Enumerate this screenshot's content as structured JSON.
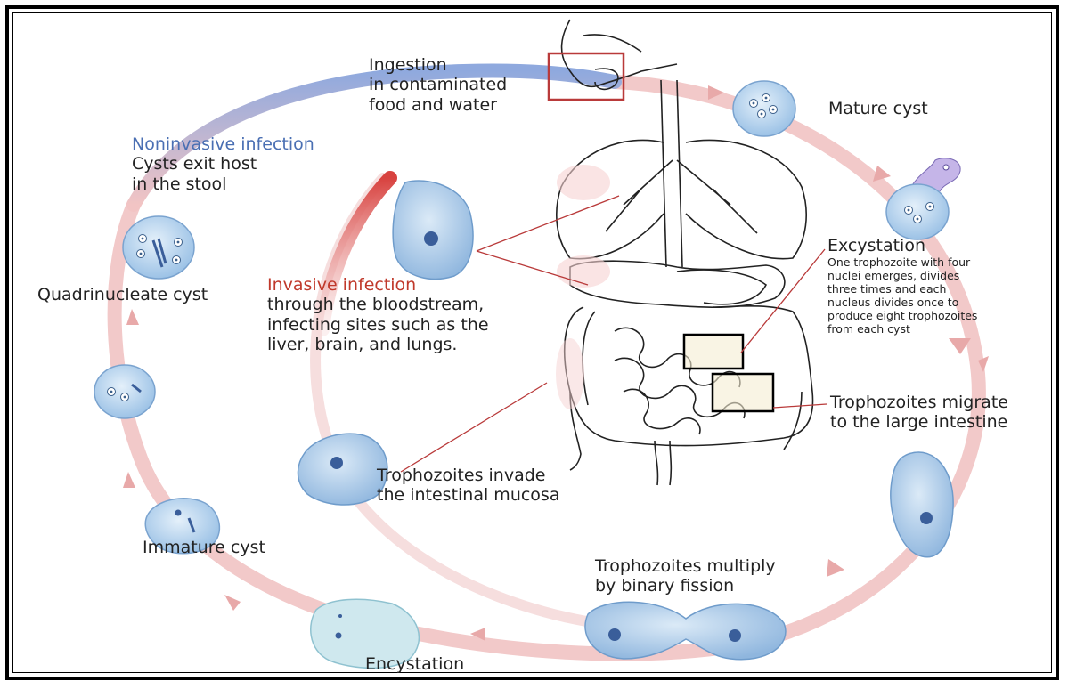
{
  "labels": {
    "ingestion": [
      "Ingestion",
      "in contaminated",
      "food and water"
    ],
    "mature_cyst": "Mature cyst",
    "noninvasive_title": "Noninvasive infection",
    "noninvasive_body": [
      "Cysts exit host",
      "in the stool"
    ],
    "quadrinucleate": "Quadrinucleate cyst",
    "invasive_title": "Invasive infection",
    "invasive_body": [
      "through the bloodstream,",
      "infecting sites such as the",
      "liver, brain, and lungs."
    ],
    "excystation_title": "Excystation",
    "excystation_body": [
      "One trophozoite with four",
      "nuclei emerges, divides",
      "three times and each",
      "nucleus divides once to",
      "produce eight trophozoites",
      "from each cyst"
    ],
    "migrate": [
      "Trophozoites  migrate",
      "to the large intestine"
    ],
    "invade": [
      "Trophozoites invade",
      "the intestinal mucosa"
    ],
    "immature": "Immature cyst",
    "multiply": [
      "Trophozoites multiply",
      "by binary fission"
    ],
    "encystation": "Encystation"
  },
  "colors": {
    "cycle_ring": "#f2c4c4",
    "noninvasive_ring": "#9fb4e0",
    "invasive_band": "#d94b4b",
    "cell_fill": "#a9c8e8",
    "highlight_box": "#b93a3a",
    "text_blue": "#4a6fb3",
    "text_red": "#c0392b"
  }
}
